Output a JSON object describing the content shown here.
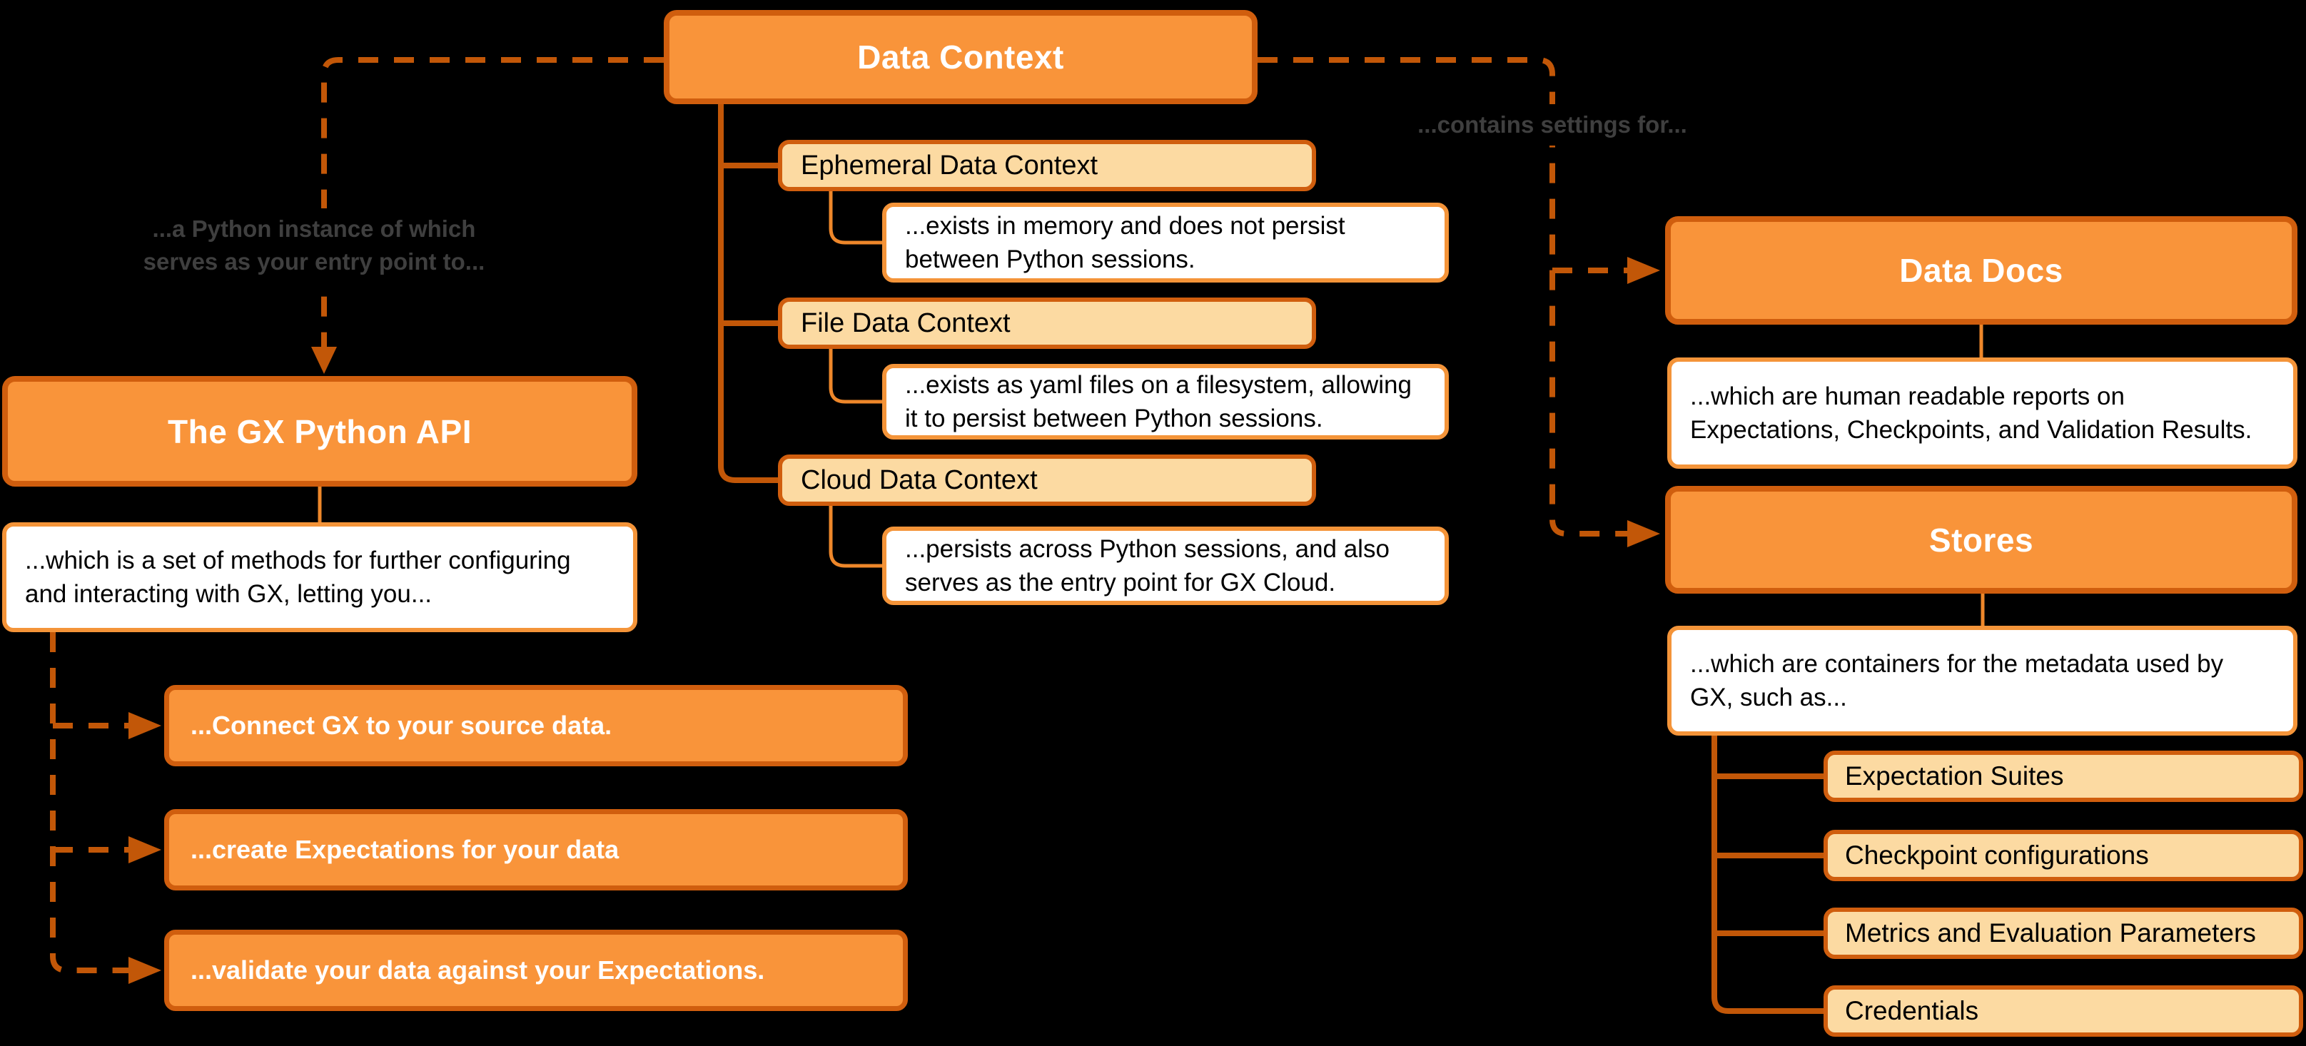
{
  "diagram": {
    "root": {
      "title": "Data Context"
    },
    "left_branch": {
      "edge_label_lines": [
        "...a Python instance of which",
        "serves as your entry point to..."
      ],
      "node_title": "The GX Python API",
      "desc_lines": [
        "...which is a set of methods for further configuring",
        "and interacting with GX, letting you..."
      ],
      "actions": [
        "...Connect GX to your source data.",
        "...create Expectations for your data",
        "...validate your data against your Expectations."
      ]
    },
    "center_branch": {
      "children": [
        {
          "label": "Ephemeral Data Context",
          "desc_lines": [
            "...exists in memory and does not persist",
            "between Python sessions."
          ]
        },
        {
          "label": "File Data Context",
          "desc_lines": [
            "...exists as yaml files on a filesystem, allowing",
            "it to persist between Python sessions."
          ]
        },
        {
          "label": "Cloud Data Context",
          "desc_lines": [
            "...persists across Python sessions, and also",
            "serves as the entry point for GX Cloud."
          ]
        }
      ]
    },
    "right_branch": {
      "edge_label": "...contains settings for...",
      "data_docs": {
        "title": "Data Docs",
        "desc_lines": [
          "...which are human readable reports on",
          "Expectations, Checkpoints, and Validation Results."
        ]
      },
      "stores": {
        "title": "Stores",
        "desc_lines": [
          "...which are containers for the metadata used by",
          "GX, such as..."
        ],
        "items": [
          "Expectation Suites",
          "Checkpoint configurations",
          "Metrics and Evaluation Parameters",
          "Credentials"
        ]
      }
    },
    "colors": {
      "orange_fill": "#F9943A",
      "orange_border": "#D05E0E",
      "light_fill": "#FCDAA2",
      "light_border": "#D05E0E",
      "white_fill": "#FFFFFF",
      "white_border": "#F49439",
      "connector": "#C25708",
      "connector_light": "#EE872A",
      "label_gray": "#3F3F3F"
    }
  }
}
